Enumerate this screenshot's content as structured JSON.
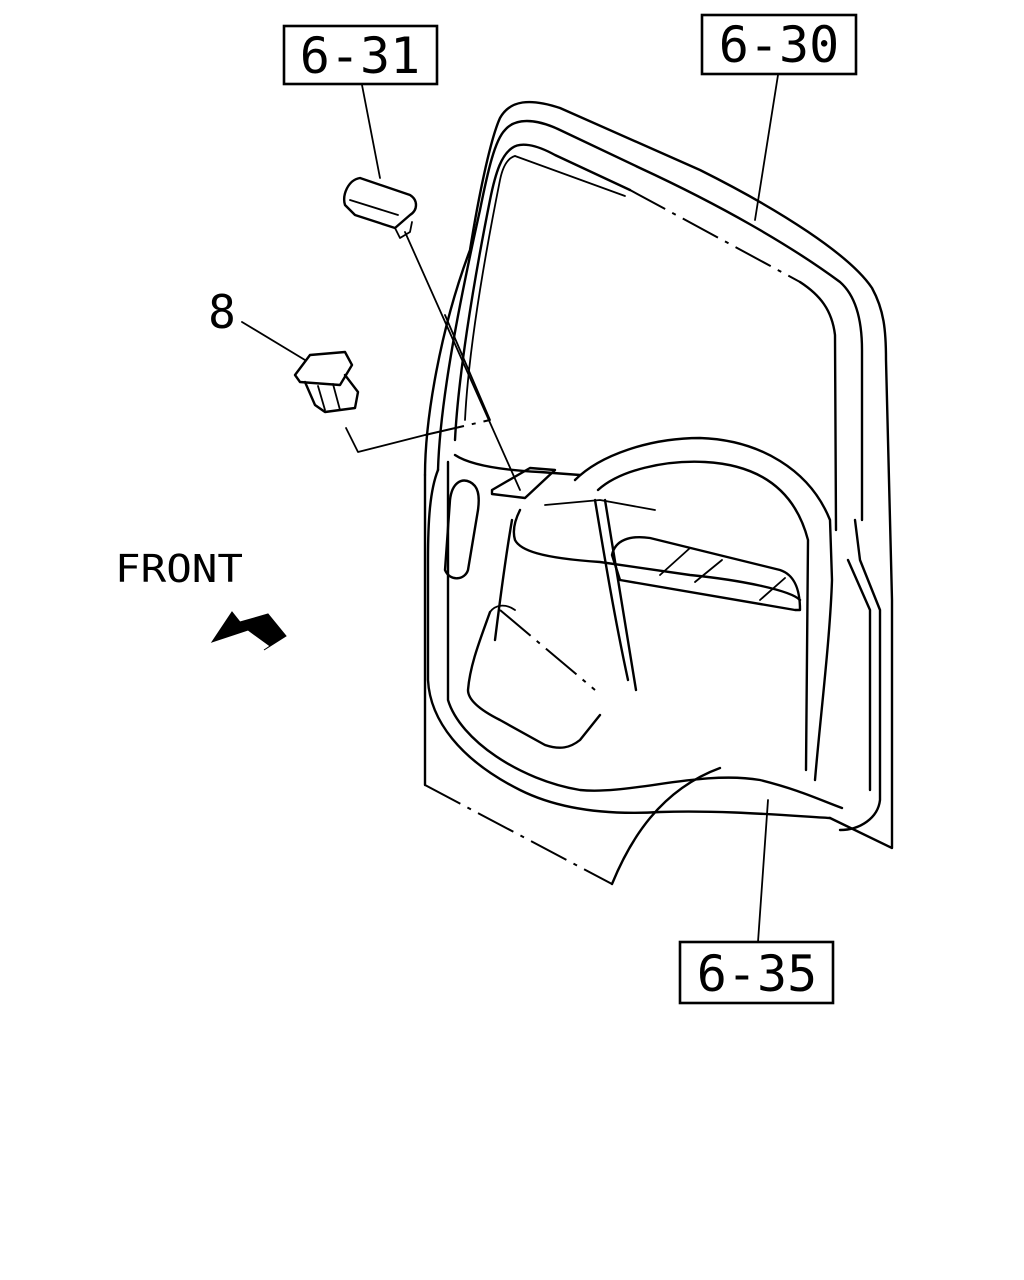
{
  "callouts": {
    "ref_6_31": "6-31",
    "ref_6_30": "6-30",
    "ref_6_35": "6-35",
    "part_8": "8"
  },
  "direction": {
    "label": "FRONT"
  }
}
